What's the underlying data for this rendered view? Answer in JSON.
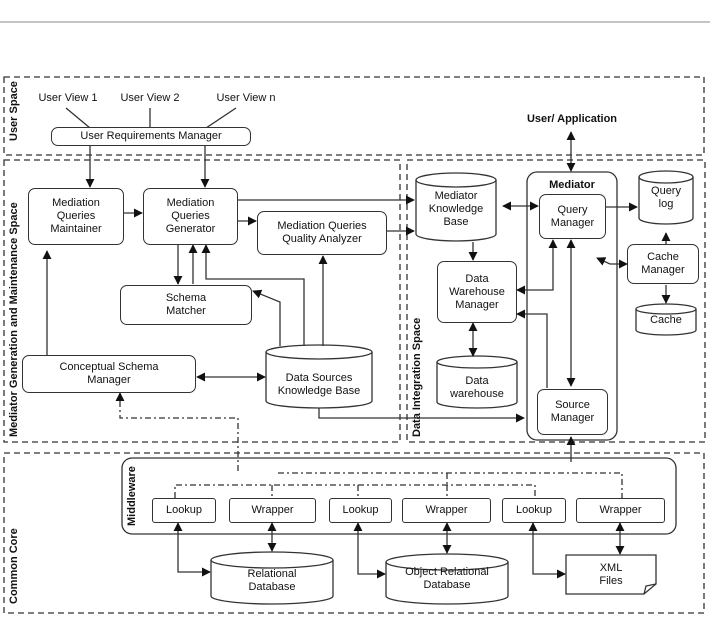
{
  "spaces": {
    "user": "User Space",
    "mediator_gen": "Mediator Generation and Maintenance Space",
    "integration": "Data Integration Space",
    "common": "Common Core"
  },
  "user_space": {
    "views": [
      "User View 1",
      "User View 2",
      "User View n"
    ],
    "requirements_manager": "User Requirements Manager"
  },
  "user_application": "User/ Application",
  "mgm": {
    "maintainer": "Mediation\nQueries\nMaintainer",
    "generator": "Mediation\nQueries\nGenerator",
    "quality": "Mediation Queries\nQuality Analyzer",
    "schema_matcher": "Schema\nMatcher",
    "conceptual": "Conceptual Schema\nManager",
    "dskb": "Data Sources\nKnowledge Base"
  },
  "integration": {
    "mkb": "Mediator\nKnowledge\nBase",
    "dwm": "Data\nWarehouse\nManager",
    "dw": "Data\nwarehouse",
    "mediator_title": "Mediator",
    "query_manager": "Query\nManager",
    "source_manager": "Source\nManager",
    "query_log": "Query\nlog",
    "cache_manager": "Cache\nManager",
    "cache": "Cache"
  },
  "common_core": {
    "middleware": "Middleware",
    "components": [
      "Lookup",
      "Wrapper",
      "Lookup",
      "Wrapper",
      "Lookup",
      "Wrapper"
    ],
    "relational": "Relational\nDatabase",
    "object_relational": "Object Relational\nDatabase",
    "xml": "XML\nFiles"
  }
}
